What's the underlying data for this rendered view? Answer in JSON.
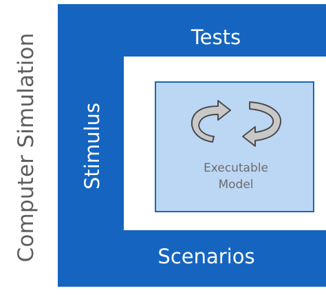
{
  "side_label": "Computer Simulation",
  "outer": {
    "top_label": "Tests",
    "bottom_label": "Scenarios",
    "left_label": "Stimulus"
  },
  "model": {
    "line1": "Executable",
    "line2": "Model",
    "icon": "cycle-arrows-icon"
  },
  "colors": {
    "outer_fill": "#1565c0",
    "model_fill": "#bcd7f4",
    "arrow_fill": "#c8c8c8",
    "arrow_stroke": "#4a4a4a",
    "side_label": "#5e5e5e",
    "model_text": "#6b6b6b"
  }
}
